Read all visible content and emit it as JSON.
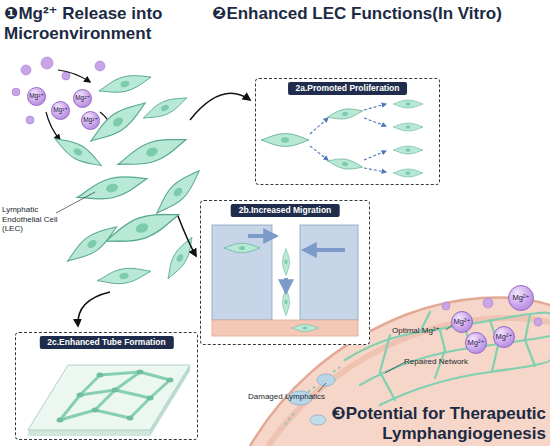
{
  "diagram": {
    "nodes": [
      {
        "text": [
          "Mg²⁺"
        ]
      },
      {
        "text": [
          "Mg²⁺"
        ]
      },
      {
        "text": [
          "Mg²⁺"
        ]
      },
      {
        "text": [
          "Mg²⁺"
        ]
      },
      {
        "text": [
          "2a.Promoted Proliferation"
        ]
      },
      {
        "text": [
          "2b.Increased Migration"
        ]
      },
      {
        "text": [
          "2c.Enhanced Tube Formation"
        ]
      },
      {
        "text": [
          "Mg²⁺"
        ]
      },
      {
        "text": [
          "Mg²⁺"
        ]
      },
      {
        "text": [
          "Mg²⁺"
        ]
      },
      {
        "text": [
          "Mg²⁺"
        ]
      }
    ],
    "labels": [
      "❶Mg²⁺ Release into Microenvironment",
      "Lymphatic Endothelial Cell (LEC)",
      "❷Enhanced LEC Functions(In Vitro)",
      "Optimal Mg²⁺",
      "Repaired Network",
      "Damaged Lymphatics",
      "❸Potential for Therapeutic Lymphangiogenesis"
    ]
  }
}
